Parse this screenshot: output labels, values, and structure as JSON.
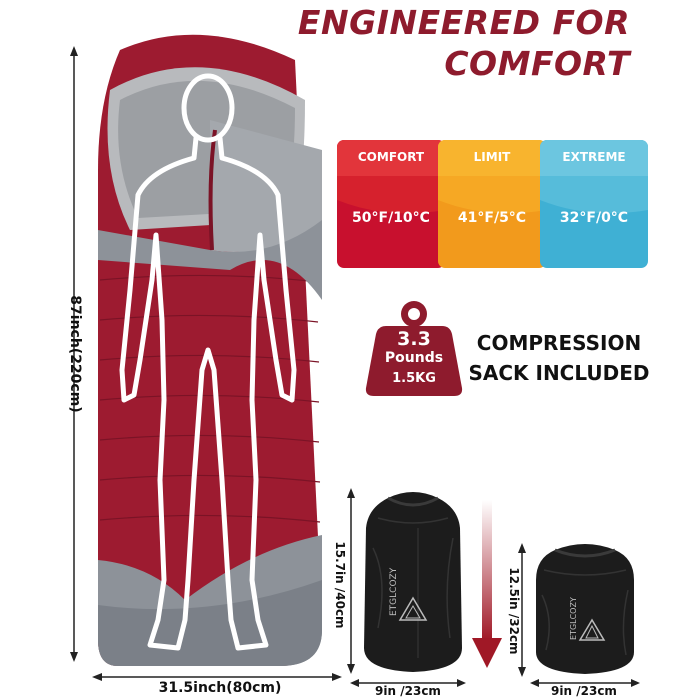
{
  "headline": {
    "line1": "ENGINEERED FOR",
    "line2": "COMFORT"
  },
  "temperature_ratings": [
    {
      "label": "COMFORT",
      "value": "50°F/10°C",
      "color": "#d91f2b"
    },
    {
      "label": "LIMIT",
      "value": "41°F/5°C",
      "color": "#f6a221"
    },
    {
      "label": "EXTREME",
      "value": "32°F/0°C",
      "color": "#4cb6d6"
    }
  ],
  "weight": {
    "number": "3.3",
    "unit": "Pounds",
    "metric": "1.5KG"
  },
  "compression": {
    "line1": "COMPRESSION",
    "line2": "SACK INCLUDED"
  },
  "dimensions": {
    "length": "87inch(220cm)",
    "width": "31.5inch(80cm)",
    "large_sack_height": "15.7in /40cm",
    "large_sack_width": "9in /23cm",
    "small_sack_height": "12.5in /32cm",
    "small_sack_width": "9in /23cm"
  },
  "brand": "ETGLCOZY",
  "colors": {
    "brand_red": "#8e1b2d",
    "sleeping_bag_red": "#9d1b30",
    "sleeping_bag_grey": "#8d9299",
    "sack_black": "#1c1c1c"
  }
}
